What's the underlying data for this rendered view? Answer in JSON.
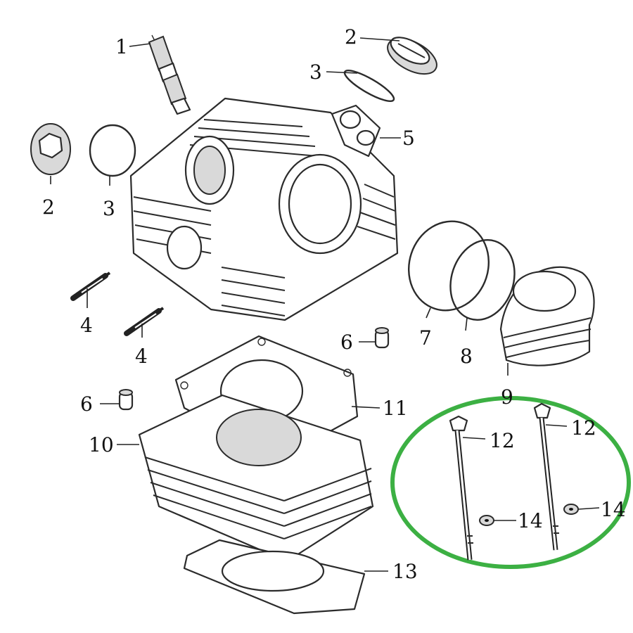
{
  "callouts": {
    "spark_plug": "1",
    "top_cap": "2",
    "top_ring": "3",
    "side_cap": "2",
    "side_ring": "3",
    "bolt_upper": "4",
    "bolt_lower": "4",
    "rocker_bracket": "5",
    "dowel_right": "6",
    "dowel_left": "6",
    "gasket_ring_7": "7",
    "gasket_ring_8": "8",
    "side_cover": "9",
    "cylinder": "10",
    "head_gasket": "11",
    "stud_left": "12",
    "stud_right": "12",
    "base_gasket": "13",
    "washer_left": "14",
    "washer_right": "14"
  },
  "highlight_color": "#3cb043"
}
